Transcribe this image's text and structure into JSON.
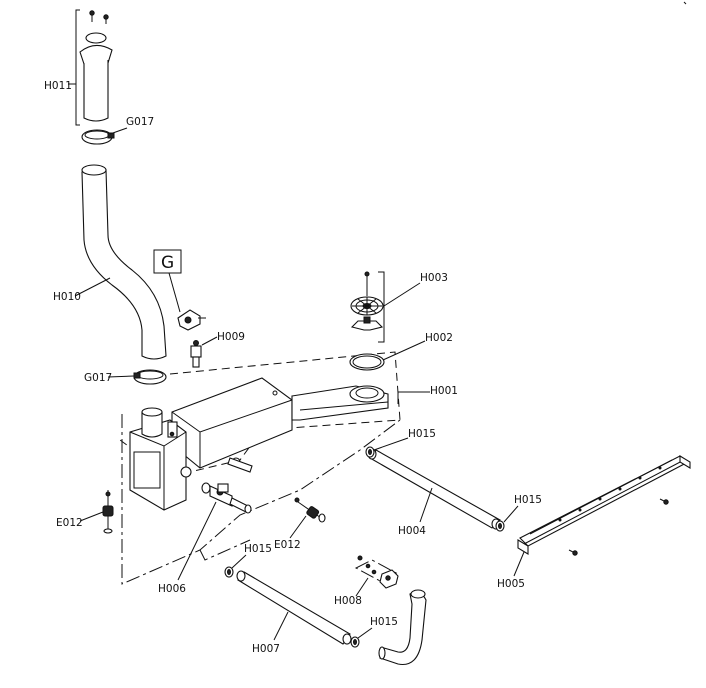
{
  "diagram": {
    "labels": {
      "h011": "H011",
      "g017_top": "G017",
      "h010": "H010",
      "g_box": "G",
      "h009": "H009",
      "g017_mid": "G017",
      "h003": "H003",
      "h002": "H002",
      "h001": "H001",
      "h015_a": "H015",
      "h015_b": "H015",
      "h004": "H004",
      "h005": "H005",
      "e012_left": "E012",
      "e012_mid": "E012",
      "h006": "H006",
      "h015_c": "H015",
      "h008": "H008",
      "h015_d": "H015",
      "h007": "H007"
    }
  }
}
